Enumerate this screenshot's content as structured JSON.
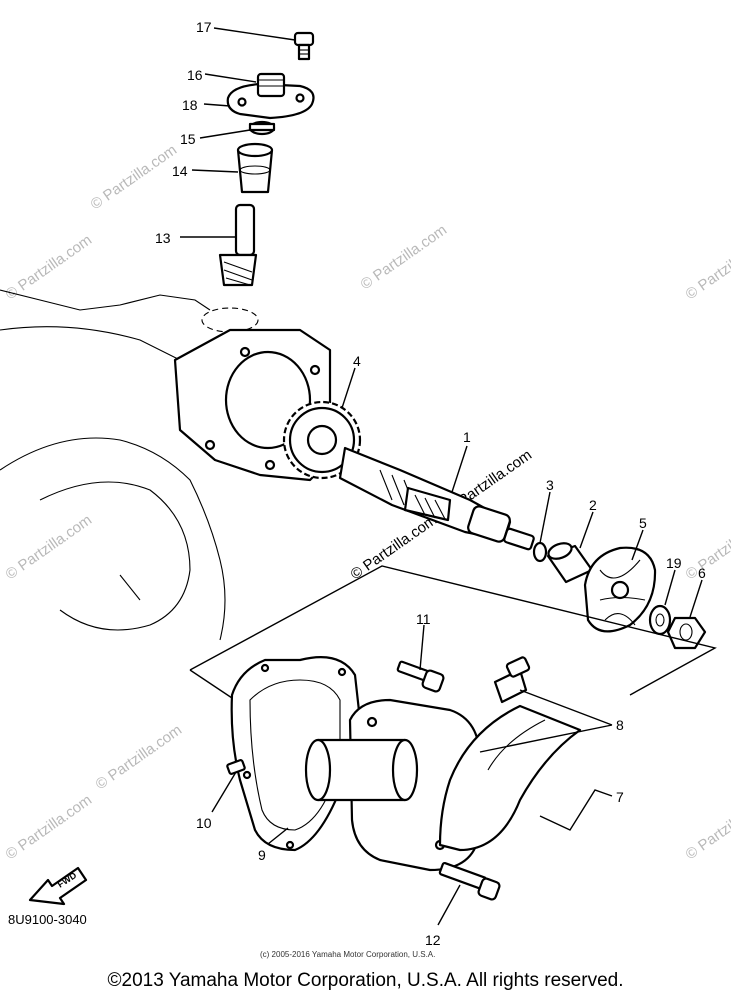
{
  "diagram": {
    "callouts": [
      {
        "id": "17",
        "label": "17"
      },
      {
        "id": "16",
        "label": "16"
      },
      {
        "id": "18",
        "label": "18"
      },
      {
        "id": "15",
        "label": "15"
      },
      {
        "id": "14",
        "label": "14"
      },
      {
        "id": "13",
        "label": "13"
      },
      {
        "id": "4",
        "label": "4"
      },
      {
        "id": "1",
        "label": "1"
      },
      {
        "id": "3",
        "label": "3"
      },
      {
        "id": "2",
        "label": "2"
      },
      {
        "id": "5",
        "label": "5"
      },
      {
        "id": "19",
        "label": "19"
      },
      {
        "id": "6",
        "label": "6"
      },
      {
        "id": "11",
        "label": "11"
      },
      {
        "id": "8",
        "label": "8"
      },
      {
        "id": "7",
        "label": "7"
      },
      {
        "id": "10",
        "label": "10"
      },
      {
        "id": "9",
        "label": "9"
      },
      {
        "id": "12",
        "label": "12"
      }
    ],
    "fwd_label": "FWD",
    "part_number_code": "8U9100-3040",
    "small_copyright": "(c) 2005-2016 Yamaha Motor Corporation, U.S.A.",
    "watermark": "© Partzilla.com"
  },
  "footer": {
    "copyright": "©2013 Yamaha Motor Corporation, U.S.A. All rights reserved."
  }
}
